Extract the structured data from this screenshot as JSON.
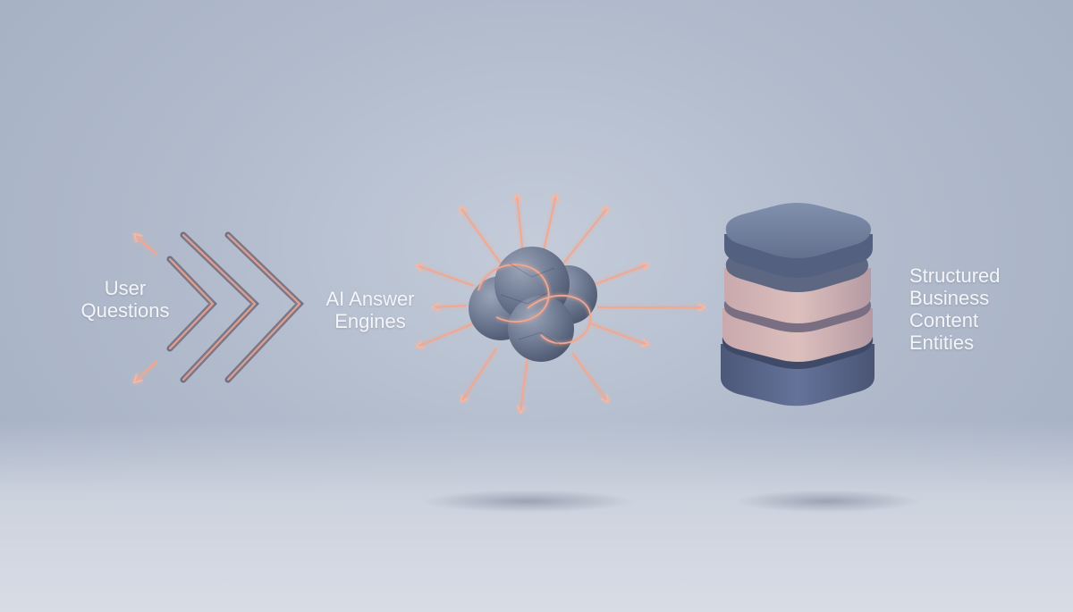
{
  "labels": {
    "user_questions": [
      "User",
      "Questions"
    ],
    "ai_answer_engines": [
      "AI Answer",
      "Engines"
    ],
    "structured_content": [
      "Structured",
      "Business",
      "Content",
      "Entities"
    ]
  },
  "colors": {
    "background": "#b1bbcc",
    "glow_arrow": "#f2a790",
    "chevron": "#5f6c88",
    "sphere": "#6f7b93",
    "layer_top": "#6d7b99",
    "layer_pink": "#d3b3b3",
    "layer_bottom": "#566487",
    "label_text": "#f4f5f8"
  },
  "icons": [
    "chevron-arrows-icon",
    "sphere-cluster-icon",
    "radiating-arrows-icon",
    "stacked-layers-icon"
  ]
}
